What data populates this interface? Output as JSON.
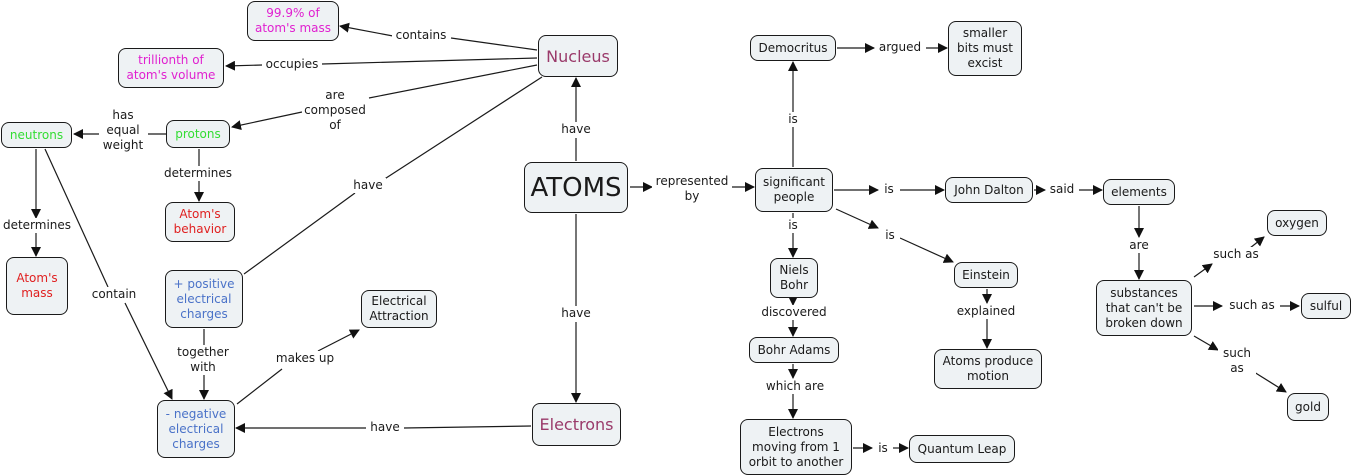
{
  "title": "ATOMS concept map",
  "colors": {
    "node_fill": "#eef2f4",
    "node_border": "#1a1a1a",
    "magenta": "#e020d0",
    "green": "#33dd33",
    "red": "#e02020",
    "blue": "#4a72c8",
    "maroon": "#9a3a6a",
    "black": "#1a1a1a"
  },
  "nodes": {
    "atoms": "ATOMS",
    "nucleus": "Nucleus",
    "electrons": "Electrons",
    "mass999": "99.9% of\natom's mass",
    "trillionth": "trillionth of\natom's volume",
    "protons": "protons",
    "neutrons": "neutrons",
    "behavior": "Atom's\nbehavior",
    "atommass": "Atom's\nmass",
    "positive": "+ positive\nelectrical\ncharges",
    "negative": "- negative\nelectrical\ncharges",
    "attraction": "Electrical\nAttraction",
    "people": "significant\npeople",
    "democritus": "Democritus",
    "smaller": "smaller\nbits must\nexcist",
    "dalton": "John Dalton",
    "elements": "elements",
    "substances": "substances\nthat can't be\nbroken down",
    "oxygen": "oxygen",
    "sulful": "sulful",
    "gold": "gold",
    "bohr": "Niels\nBohr",
    "bohradams": "Bohr Adams",
    "electronsmoving": "Electrons\nmoving from 1\norbit to another",
    "quantum": "Quantum Leap",
    "einstein": "Einstein",
    "motion": "Atoms produce\nmotion"
  },
  "links": {
    "contains": "contains",
    "occupies": "occupies",
    "composed": "are\ncomposed\nof",
    "equalweight": "has\nequal\nweight",
    "det_protons": "determines",
    "det_neutrons": "determines",
    "contain": "contain",
    "have_nucleus_pos": "have",
    "have_atoms_nucleus": "have",
    "have_atoms_electrons": "have",
    "have_electrons_neg": "have",
    "together": "together\nwith",
    "makesup": "makes up",
    "represented": "represented\nby",
    "is_democritus": "is",
    "argued": "argued",
    "is_dalton": "is",
    "said": "said",
    "are": "are",
    "suchas_oxygen": "such as",
    "suchas_sulful": "such as",
    "suchas_gold": "such\nas",
    "is_bohr": "is",
    "discovered": "discovered",
    "whichare": "which are",
    "is_quantum": "is",
    "is_einstein": "is",
    "explained": "explained"
  }
}
